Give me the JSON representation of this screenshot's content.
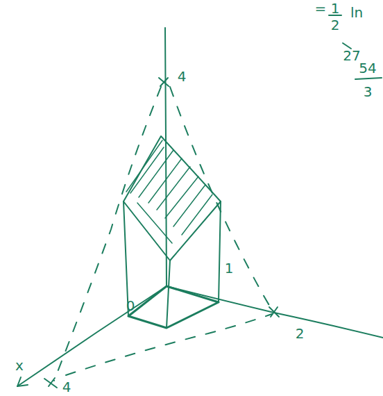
{
  "diagram": {
    "labels": [
      "4",
      "0",
      "1",
      "x",
      "4",
      "2",
      "=",
      "1",
      "2",
      "ln",
      "27",
      "54",
      "3"
    ]
  }
}
